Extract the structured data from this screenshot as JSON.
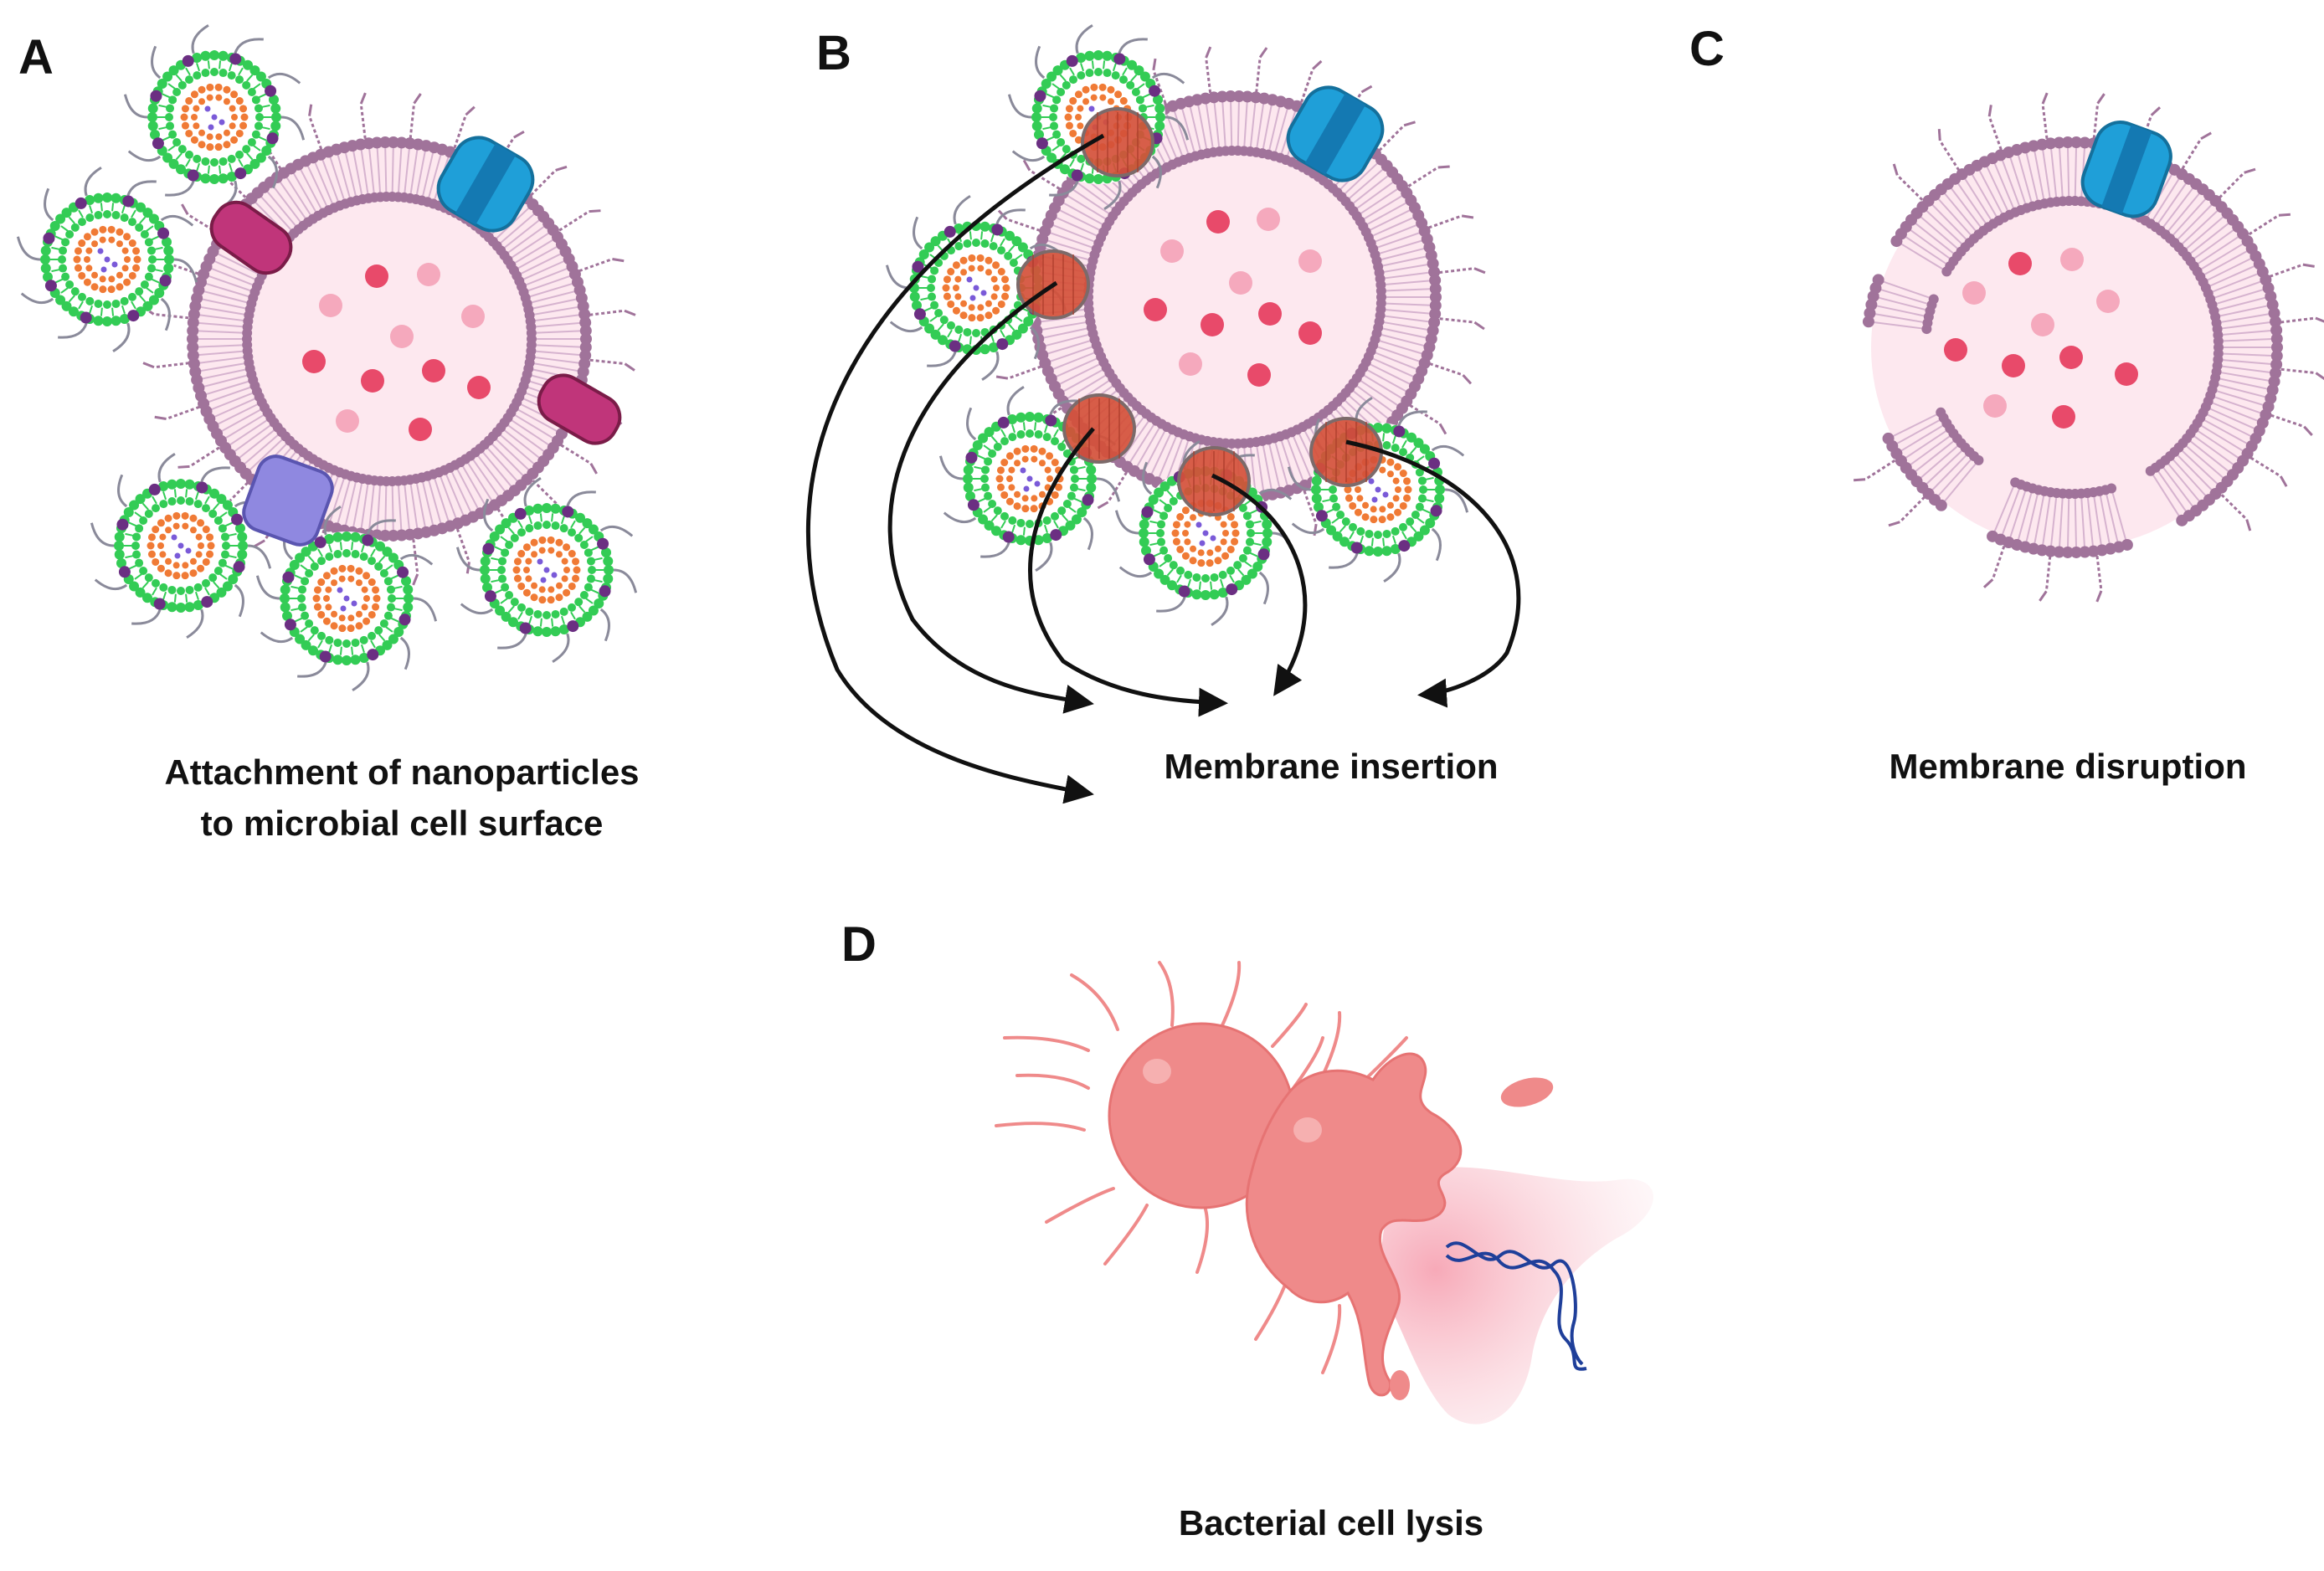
{
  "figure": {
    "panels": [
      {
        "letter": "A",
        "caption_lines": [
          "Attachment of nanoparticles",
          "to microbial cell surface"
        ]
      },
      {
        "letter": "B",
        "caption_lines": [
          "Membrane insertion"
        ]
      },
      {
        "letter": "C",
        "caption_lines": [
          "Membrane disruption"
        ]
      },
      {
        "letter": "D",
        "caption_lines": [
          "Bacterial cell lysis"
        ]
      }
    ]
  },
  "colors": {
    "membrane": "#a0739a",
    "cytoplasm": "#fde8ef",
    "vesicle_green": "#33cc55",
    "vesicle_orange": "#f07a35",
    "protein_magenta": "#c0357a",
    "protein_lavender": "#8f88e0",
    "channel_blue": "#1f9fd8",
    "red_dot": "#e84a6a",
    "pink_dot": "#f5a9bd",
    "inserted_red": "#d4503a",
    "bacterium": "#ef8a8a",
    "dna": "#1f3f9a"
  }
}
